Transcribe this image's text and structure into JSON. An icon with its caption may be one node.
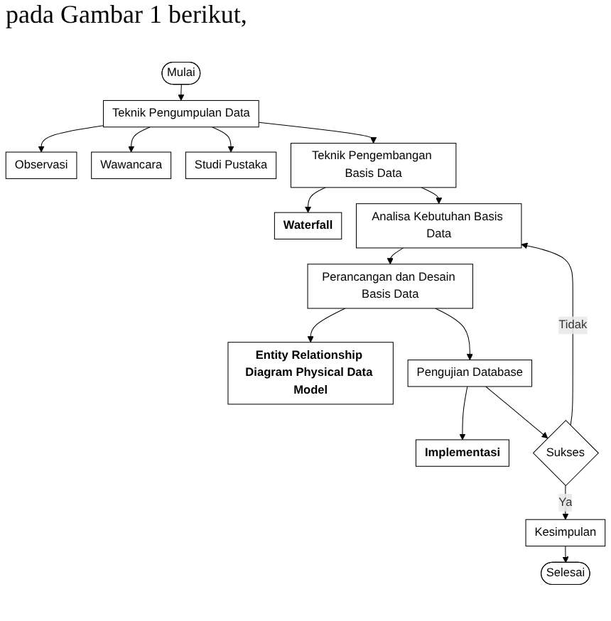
{
  "diagram": {
    "nodes": [
      {
        "text": [
          "Mulai"
        ]
      },
      {
        "text": [
          "Teknik Pengumpulan Data"
        ]
      },
      {
        "text": [
          "Observasi"
        ]
      },
      {
        "text": [
          "Wawancara"
        ]
      },
      {
        "text": [
          "Studi Pustaka"
        ]
      },
      {
        "text": [
          "Teknik Pengembangan Basis Data"
        ]
      },
      {
        "text": [
          "Waterfall"
        ]
      },
      {
        "text": [
          "Analisa Kebutuhan Basis Data"
        ]
      },
      {
        "text": [
          "Perancangan dan Desain Basis Data"
        ]
      },
      {
        "text": [
          "Entity Relationship Diagram Physical Data Model"
        ]
      },
      {
        "text": [
          "Pengujian Database"
        ]
      },
      {
        "text": [
          "Implementasi"
        ]
      },
      {
        "text": [
          "Sukses"
        ]
      },
      {
        "text": [
          "Kesimpulan"
        ]
      },
      {
        "text": [
          "Selesai"
        ]
      }
    ],
    "edges": [
      {
        "from": 0,
        "to": 1,
        "arrow": "to"
      },
      {
        "from": 1,
        "to": 2,
        "arrow": "to"
      },
      {
        "from": 1,
        "to": 3,
        "arrow": "to"
      },
      {
        "from": 1,
        "to": 4,
        "arrow": "to"
      },
      {
        "from": 1,
        "to": 5,
        "arrow": "to"
      },
      {
        "from": 5,
        "to": 6,
        "arrow": "to"
      },
      {
        "from": 5,
        "to": 7,
        "arrow": "to"
      },
      {
        "from": 7,
        "to": 8,
        "arrow": "to"
      },
      {
        "from": 8,
        "to": 9,
        "arrow": "to"
      },
      {
        "from": 8,
        "to": 10,
        "arrow": "to"
      },
      {
        "from": 10,
        "to": 11,
        "arrow": "to"
      },
      {
        "from": 10,
        "to": 12,
        "arrow": "to"
      },
      {
        "from": 12,
        "to": 7,
        "arrow": "to",
        "label": "Tidak"
      },
      {
        "from": 12,
        "to": 13,
        "arrow": "to",
        "label": "Ya"
      },
      {
        "from": 13,
        "to": 14,
        "arrow": "to"
      }
    ],
    "labels": [
      "pada Gambar 1 berikut,"
    ]
  }
}
